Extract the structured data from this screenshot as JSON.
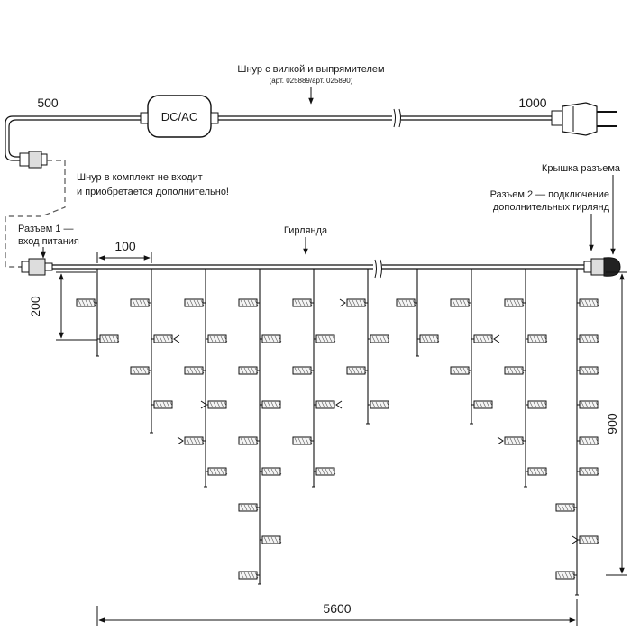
{
  "cord": {
    "title": "Шнур с вилкой и выпрямителем",
    "articles": "(арт. 025889/арт. 025890)",
    "length_left": "500",
    "length_right": "1000",
    "converter_label": "DC/AC"
  },
  "notes": {
    "not_included_line1": "Шнур в комплект не входит",
    "not_included_line2": "и приобретается дополнительно!"
  },
  "connectors": {
    "connector1_line1": "Разъем 1 —",
    "connector1_line2": "вход питания",
    "cap_label": "Крышка разъема",
    "connector2_line1": "Разъем 2 — подключение",
    "connector2_line2": "дополнительных гирлянд"
  },
  "garland": {
    "label": "Гирлянда"
  },
  "dimensions": {
    "spacing": "100",
    "first_led_drop": "200",
    "max_height": "900",
    "total_length": "5600"
  },
  "colors": {
    "line": "#111111",
    "led_fill": "#f4f4f4"
  }
}
